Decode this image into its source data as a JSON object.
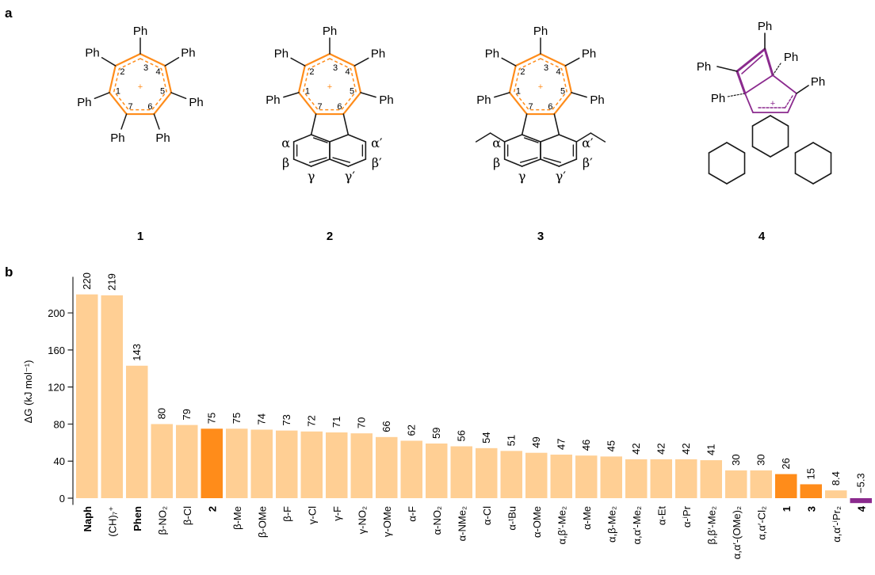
{
  "panel_a": {
    "label": "a",
    "ph": "Ph",
    "position_numbers": [
      "1",
      "2",
      "3",
      "4",
      "5",
      "6",
      "7"
    ],
    "plus": "+",
    "greek": {
      "alpha": "α",
      "alpha_p": "α′",
      "beta": "β",
      "beta_p": "β′",
      "gamma": "γ",
      "gamma_p": "γ′"
    },
    "compound_labels": [
      "1",
      "2",
      "3",
      "4"
    ]
  },
  "panel_b": {
    "label": "b"
  },
  "colors": {
    "orange": "#ff8c1a",
    "light_orange": "#ffcf94",
    "purple": "#8b2a8e",
    "axis": "#222222",
    "text": "#1a1a1a"
  },
  "chart_data": {
    "type": "bar",
    "ylabel": "ΔG (kJ mol⁻¹)",
    "ylim": [
      -10,
      230
    ],
    "yticks": [
      0,
      40,
      80,
      120,
      160,
      200
    ],
    "grid": false,
    "categories": [
      {
        "label": "Naph",
        "bold": true
      },
      {
        "label": "(CH)₇⁺"
      },
      {
        "label": "Phen",
        "bold": true
      },
      {
        "label": "β-NO₂"
      },
      {
        "label": "β-Cl"
      },
      {
        "label": "2",
        "bold": true
      },
      {
        "label": "β-Me"
      },
      {
        "label": "β-OMe"
      },
      {
        "label": "β-F"
      },
      {
        "label": "γ-Cl"
      },
      {
        "label": "γ-F"
      },
      {
        "label": "γ-NO₂"
      },
      {
        "label": "γ-OMe"
      },
      {
        "label": "α-F"
      },
      {
        "label": "α-NO₂"
      },
      {
        "label": "α-NMe₂"
      },
      {
        "label": "α-Cl"
      },
      {
        "label": "α-ᵗBu"
      },
      {
        "label": "α-OMe"
      },
      {
        "label": "α,β′-Me₂"
      },
      {
        "label": "α-Me"
      },
      {
        "label": "α,β-Me₂"
      },
      {
        "label": "α,α′-Me₂"
      },
      {
        "label": "α-Et"
      },
      {
        "label": "α-ⁱPr"
      },
      {
        "label": "β,β′-Me₂"
      },
      {
        "label": "α,α′-(OMe)₂"
      },
      {
        "label": "α,α′-Cl₂"
      },
      {
        "label": "1",
        "bold": true
      },
      {
        "label": "3",
        "bold": true
      },
      {
        "label": "α,α′-ⁱPr₂"
      },
      {
        "label": "4",
        "bold": true
      }
    ],
    "values": [
      220,
      219,
      143,
      80,
      79,
      75,
      75,
      74,
      73,
      72,
      71,
      70,
      66,
      62,
      59,
      56,
      54,
      51,
      49,
      47,
      46,
      45,
      42,
      42,
      42,
      41,
      30,
      30,
      26,
      15,
      8.4,
      -5.3
    ],
    "value_labels": [
      "220",
      "219",
      "143",
      "80",
      "79",
      "75",
      "75",
      "74",
      "73",
      "72",
      "71",
      "70",
      "66",
      "62",
      "59",
      "56",
      "54",
      "51",
      "49",
      "47",
      "46",
      "45",
      "42",
      "42",
      "42",
      "41",
      "30",
      "30",
      "26",
      "15",
      "8.4",
      "−5.3"
    ],
    "bar_colors": [
      "light",
      "light",
      "light",
      "light",
      "light",
      "orange",
      "light",
      "light",
      "light",
      "light",
      "light",
      "light",
      "light",
      "light",
      "light",
      "light",
      "light",
      "light",
      "light",
      "light",
      "light",
      "light",
      "light",
      "light",
      "light",
      "light",
      "light",
      "light",
      "orange",
      "orange",
      "light",
      "purple"
    ]
  }
}
